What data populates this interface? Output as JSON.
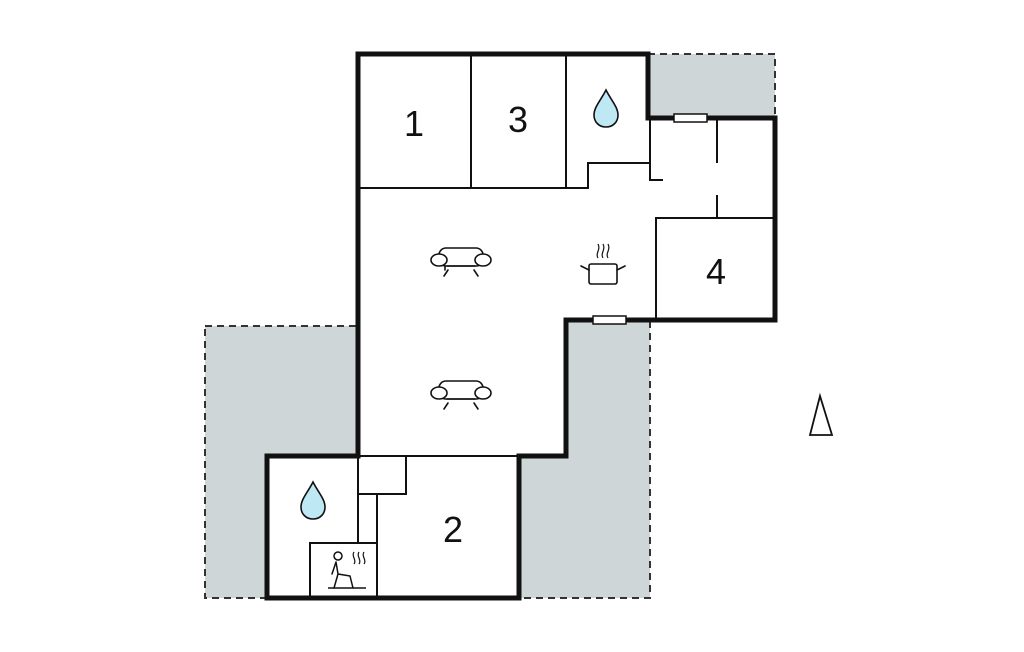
{
  "floorplan": {
    "rooms": [
      {
        "id": "room-1",
        "label": "1"
      },
      {
        "id": "room-3",
        "label": "3"
      },
      {
        "id": "room-4",
        "label": "4"
      },
      {
        "id": "room-2",
        "label": "2"
      }
    ],
    "icons": [
      {
        "id": "bathroom-top",
        "icon": "water-drop-icon"
      },
      {
        "id": "bathroom-bottom",
        "icon": "water-drop-icon"
      },
      {
        "id": "living-sofa-1",
        "icon": "sofa-icon"
      },
      {
        "id": "living-sofa-2",
        "icon": "sofa-icon"
      },
      {
        "id": "kitchen",
        "icon": "cooking-pot-icon"
      },
      {
        "id": "sauna",
        "icon": "sauna-icon"
      },
      {
        "id": "north",
        "icon": "north-arrow-icon"
      }
    ],
    "colors": {
      "terrace_fill": "#cfd6d7",
      "wall": "#111111",
      "water_drop": "#bfe8f5",
      "window_fill": "#ffffff"
    }
  }
}
